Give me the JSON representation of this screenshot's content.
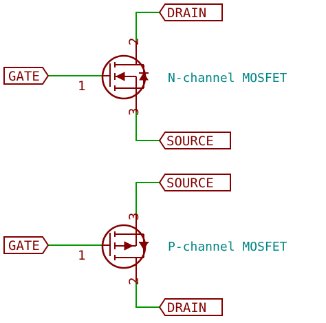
{
  "colors": {
    "wire": "#009900",
    "symbol": "#840000",
    "part_value": "#008484",
    "background": "#ffffff"
  },
  "n_channel": {
    "value": "N-channel MOSFET",
    "gate_label": "GATE",
    "drain_label": "DRAIN",
    "source_label": "SOURCE",
    "pin_gate": "1",
    "pin_drain": "2",
    "pin_source": "3"
  },
  "p_channel": {
    "value": "P-channel MOSFET",
    "gate_label": "GATE",
    "source_label": "SOURCE",
    "drain_label": "DRAIN",
    "pin_gate": "1",
    "pin_source": "3",
    "pin_drain": "2"
  }
}
